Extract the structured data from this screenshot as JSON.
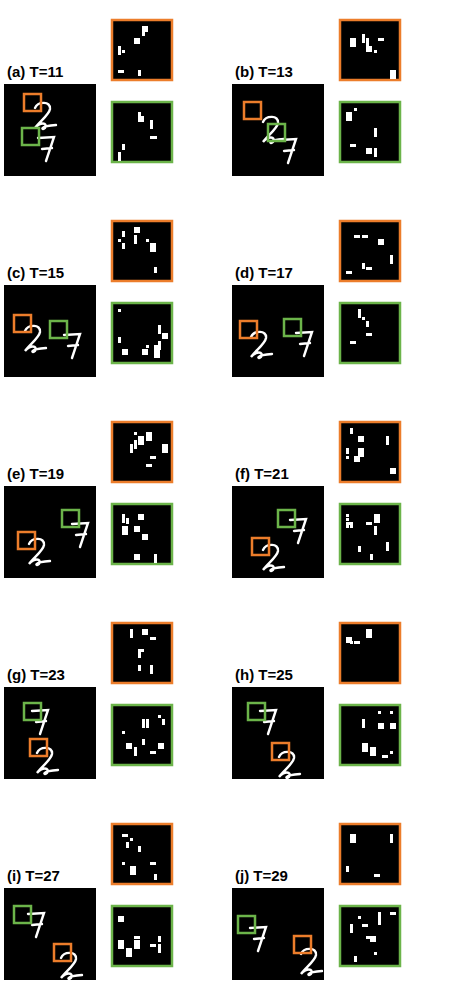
{
  "diagram": {
    "labels": [
      "(a) T=11",
      "(b) T=13",
      "(c) T=15",
      "(d) T=17",
      "(e) T=19",
      "(f) T=21",
      "(g) T=23",
      "(h) T=25",
      "(i) T=27",
      "(j) T=29"
    ]
  }
}
